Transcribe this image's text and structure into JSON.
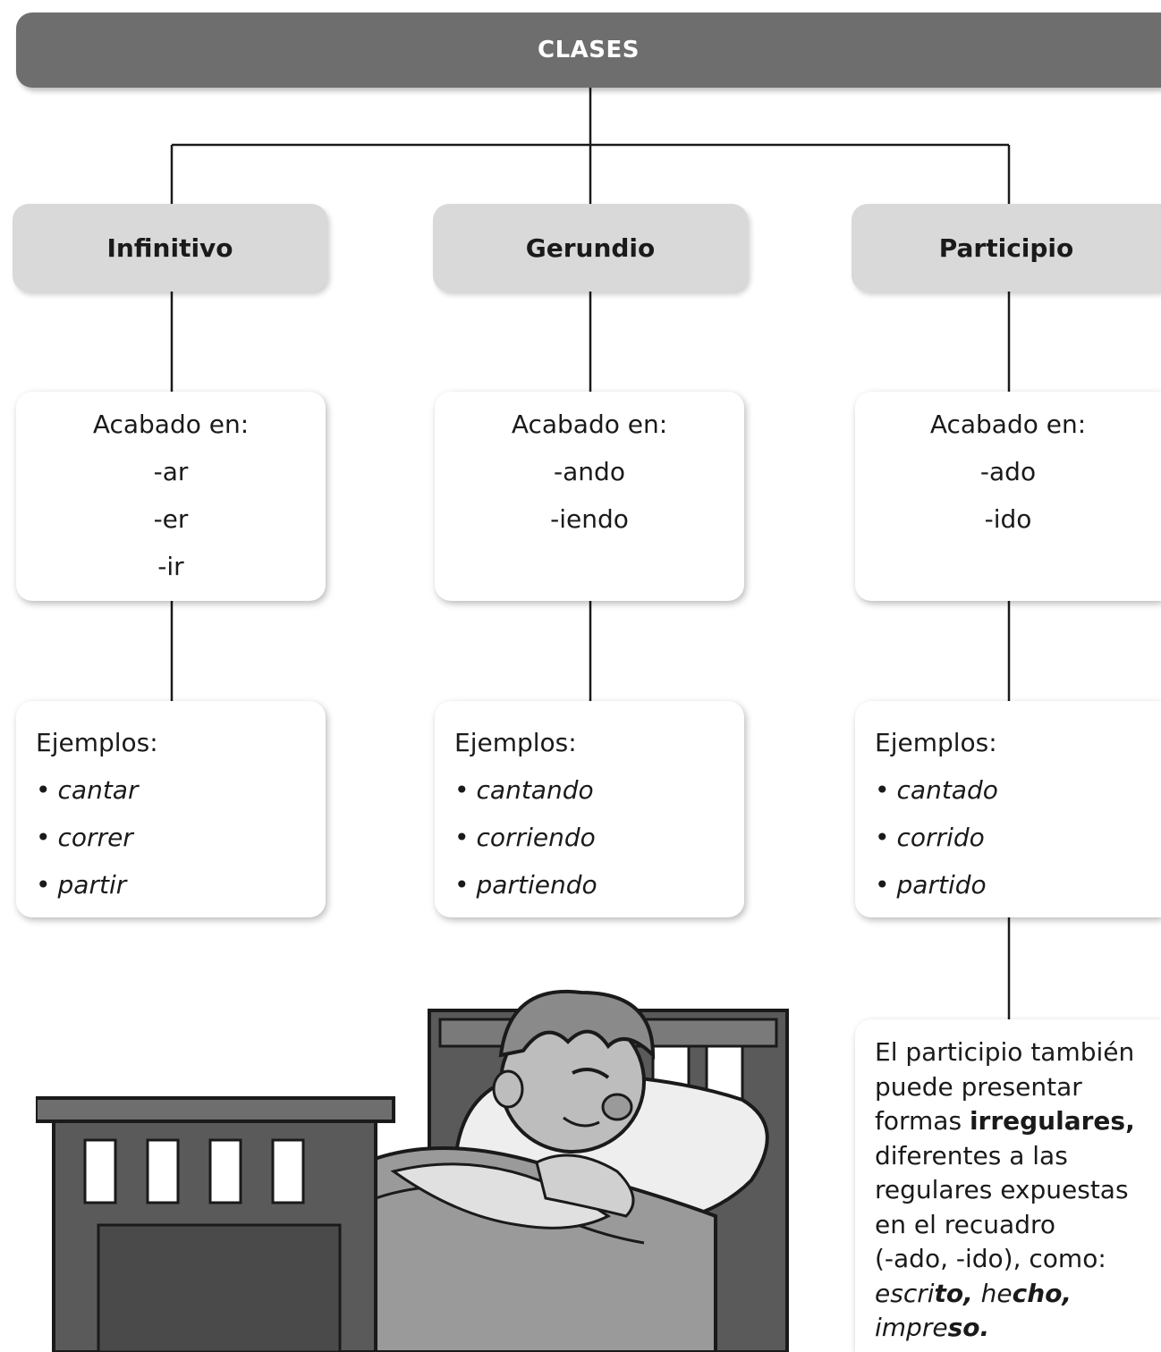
{
  "header": {
    "title": "CLASES"
  },
  "classes": [
    {
      "name": "Infinitivo",
      "endings_label": "Acabado en:",
      "endings": [
        "-ar",
        "-er",
        "-ir"
      ],
      "examples_label": "Ejemplos:",
      "examples": [
        "cantar",
        "correr",
        "partir"
      ]
    },
    {
      "name": "Gerundio",
      "endings_label": "Acabado en:",
      "endings": [
        "-ando",
        "-iendo"
      ],
      "examples_label": "Ejemplos:",
      "examples": [
        "cantando",
        "corriendo",
        "partiendo"
      ]
    },
    {
      "name": "Participio",
      "endings_label": "Acabado en:",
      "endings": [
        "-ado",
        "-ido"
      ],
      "examples_label": "Ejemplos:",
      "examples": [
        "cantado",
        "corrido",
        "partido"
      ]
    }
  ],
  "note": {
    "lines": [
      "El participio también",
      "puede presentar",
      "diferentes a las",
      "regulares expuestas",
      "en el recuadro",
      "(-ado, -ido), como:"
    ],
    "forms_prefix": "formas ",
    "forms_bold": "irregulares,",
    "ex1_stem": "escri",
    "ex1_end": "to,",
    "ex2_stem": "he",
    "ex2_end": "cho,",
    "ex3_stem": "impre",
    "ex3_end": "so."
  },
  "colors": {
    "header_bg": "#6e6e6e",
    "class_box_bg": "#d9d9d9",
    "card_bg": "#ffffff",
    "line": "#1a1a1a"
  },
  "illustration": "sleeping-child-in-bed"
}
